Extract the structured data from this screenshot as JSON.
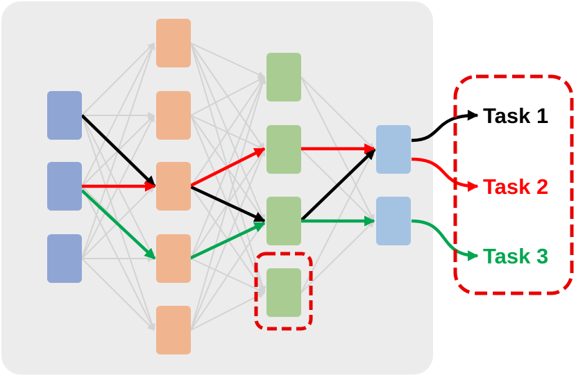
{
  "colors": {
    "panel_background": "#ececec",
    "layer_input": "#8fa5d4",
    "layer_hidden1": "#f0b58f",
    "layer_hidden2": "#a9cc93",
    "layer_output": "#a4c3e3",
    "inactive_connection": "#d3d3d3",
    "highlight_box": "#e60000"
  },
  "paths": [
    {
      "id": "task-1",
      "color": "#000000"
    },
    {
      "id": "task-2",
      "color": "#ff0000"
    },
    {
      "id": "task-3",
      "color": "#00a650"
    }
  ],
  "tasks": [
    {
      "label": "Task 1",
      "color": "#000000"
    },
    {
      "label": "Task 2",
      "color": "#ff0000"
    },
    {
      "label": "Task 3",
      "color": "#00a650"
    }
  ]
}
